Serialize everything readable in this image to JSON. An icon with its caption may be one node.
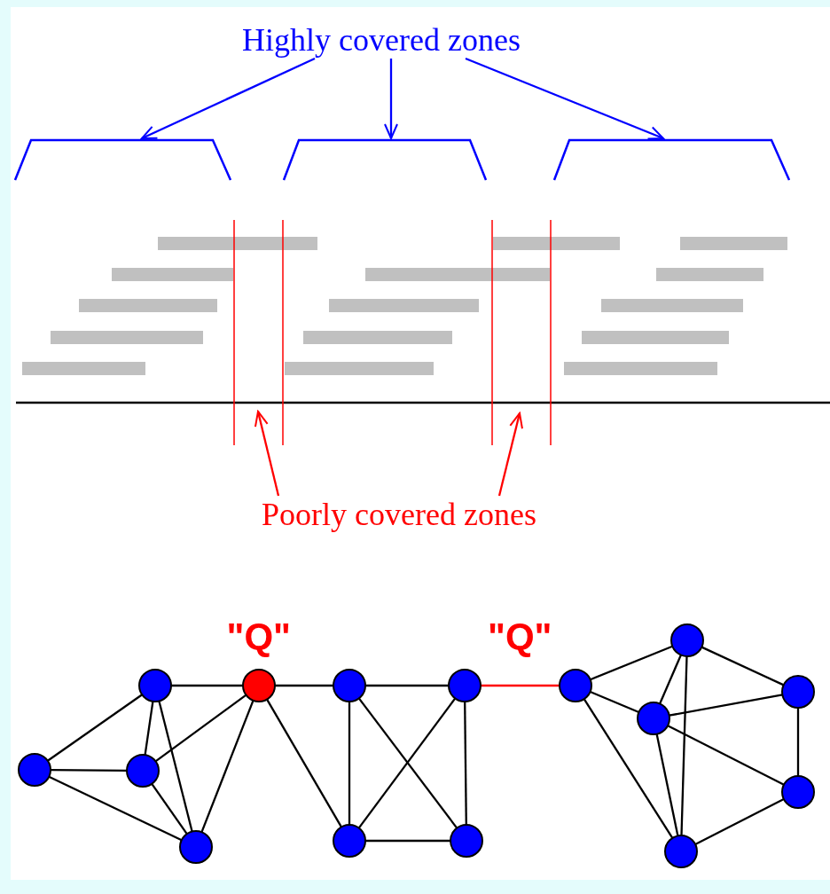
{
  "diagram": {
    "nodes": [
      {
        "text": [
          "Highly covered zones"
        ]
      },
      {
        "text": [],
        "shape": "bracket"
      },
      {
        "text": [],
        "shape": "bracket"
      },
      {
        "text": [],
        "shape": "bracket"
      },
      {
        "text": [
          "Poorly covered zones"
        ]
      },
      {
        "text": [],
        "shape": "circle"
      },
      {
        "text": [],
        "shape": "circle"
      },
      {
        "text": [],
        "shape": "circle"
      },
      {
        "text": [],
        "shape": "circle"
      },
      {
        "text": [],
        "shape": "circle",
        "beside": [
          "\"Q\""
        ]
      },
      {
        "text": [],
        "shape": "circle"
      },
      {
        "text": [],
        "shape": "circle"
      },
      {
        "text": [],
        "shape": "circle"
      },
      {
        "text": [],
        "shape": "circle"
      },
      {
        "text": [],
        "shape": "circle"
      },
      {
        "text": [],
        "shape": "circle"
      },
      {
        "text": [],
        "shape": "circle"
      },
      {
        "text": [],
        "shape": "circle"
      },
      {
        "text": [],
        "shape": "circle"
      },
      {
        "text": [],
        "shape": "circle"
      }
    ],
    "edges": [
      {
        "from": 0,
        "to": 1,
        "arrow": "to",
        "color": "#0000ff"
      },
      {
        "from": 0,
        "to": 2,
        "arrow": "to",
        "color": "#0000ff"
      },
      {
        "from": 0,
        "to": 3,
        "arrow": "to",
        "color": "#0000ff"
      },
      {
        "from": 4,
        "to": null,
        "arrow": "to",
        "color": "#ff0000"
      },
      {
        "from": 4,
        "to": null,
        "arrow": "to",
        "color": "#ff0000"
      },
      {
        "from": 5,
        "to": 7,
        "arrow": "none"
      },
      {
        "from": 5,
        "to": 6,
        "arrow": "none"
      },
      {
        "from": 5,
        "to": 8,
        "arrow": "none"
      },
      {
        "from": 7,
        "to": 6,
        "arrow": "none"
      },
      {
        "from": 7,
        "to": 8,
        "arrow": "none"
      },
      {
        "from": 7,
        "to": 9,
        "arrow": "none"
      },
      {
        "from": 6,
        "to": 9,
        "arrow": "none"
      },
      {
        "from": 6,
        "to": 8,
        "arrow": "none"
      },
      {
        "from": 8,
        "to": 9,
        "arrow": "none"
      },
      {
        "from": 9,
        "to": 10,
        "arrow": "none"
      },
      {
        "from": 9,
        "to": 11,
        "arrow": "none"
      },
      {
        "from": 10,
        "to": 11,
        "arrow": "none"
      },
      {
        "from": 10,
        "to": 12,
        "arrow": "none"
      },
      {
        "from": 10,
        "to": 13,
        "arrow": "none"
      },
      {
        "from": 11,
        "to": 12,
        "arrow": "none"
      },
      {
        "from": 11,
        "to": 13,
        "arrow": "none"
      },
      {
        "from": 12,
        "to": 13,
        "arrow": "none"
      },
      {
        "from": 12,
        "to": 14,
        "arrow": "none",
        "color": "#ff0000",
        "label": "\"Q\""
      },
      {
        "from": 14,
        "to": 17,
        "arrow": "none"
      },
      {
        "from": 14,
        "to": 15,
        "arrow": "none"
      },
      {
        "from": 14,
        "to": 16,
        "arrow": "none"
      },
      {
        "from": 17,
        "to": 15,
        "arrow": "none"
      },
      {
        "from": 17,
        "to": 16,
        "arrow": "none"
      },
      {
        "from": 17,
        "to": 18,
        "arrow": "none"
      },
      {
        "from": 15,
        "to": 18,
        "arrow": "none"
      },
      {
        "from": 15,
        "to": 19,
        "arrow": "none"
      },
      {
        "from": 15,
        "to": 16,
        "arrow": "none"
      },
      {
        "from": 18,
        "to": 19,
        "arrow": "none"
      },
      {
        "from": 19,
        "to": 16,
        "arrow": "none"
      }
    ]
  }
}
